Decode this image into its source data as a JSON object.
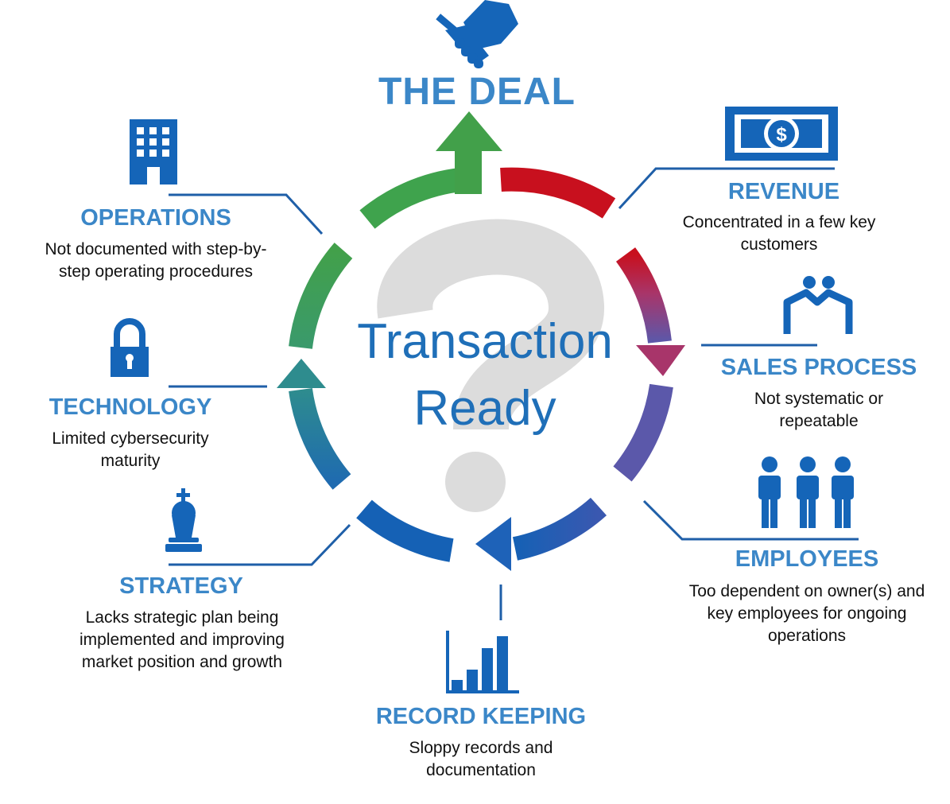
{
  "center": {
    "line1": "Transaction",
    "line2": "Ready"
  },
  "deal": {
    "title": "THE DEAL"
  },
  "sections": {
    "operations": {
      "title": "OPERATIONS",
      "description": "Not documented with step-by-step operating procedures"
    },
    "technology": {
      "title": "TECHNOLOGY",
      "description": "Limited cybersecurity maturity"
    },
    "strategy": {
      "title": "STRATEGY",
      "description": "Lacks strategic plan being implemented and improving market position and growth"
    },
    "record_keeping": {
      "title": "RECORD KEEPING",
      "description": "Sloppy records and documentation"
    },
    "revenue": {
      "title": "REVENUE",
      "description": "Concentrated in a few key customers"
    },
    "sales_process": {
      "title": "SALES PROCESS",
      "description": "Not systematic or repeatable"
    },
    "employees": {
      "title": "EMPLOYEES",
      "description": "Too dependent on owner(s) and key employees for ongoing operations"
    }
  },
  "icons": {
    "deal": "handshake-icon",
    "operations": "office-building-icon",
    "technology": "padlock-icon",
    "strategy": "chess-king-icon",
    "record_keeping": "bar-chart-icon",
    "revenue": "dollar-bill-icon",
    "sales_process": "people-meeting-icon",
    "employees": "three-people-icon"
  },
  "colors": {
    "heading_blue": "#3b87c8",
    "icon_blue": "#1565b8",
    "connector_blue": "#1f5fa8",
    "arrow_green": "#3fa34d",
    "arrow_red": "#c8101e",
    "arrow_magenta": "#b0305a",
    "arrow_purple": "#6a4fa8",
    "arrow_blue": "#1e62b8",
    "arrow_teal": "#2a7e9e",
    "question_mark": "#dcdcdc"
  }
}
